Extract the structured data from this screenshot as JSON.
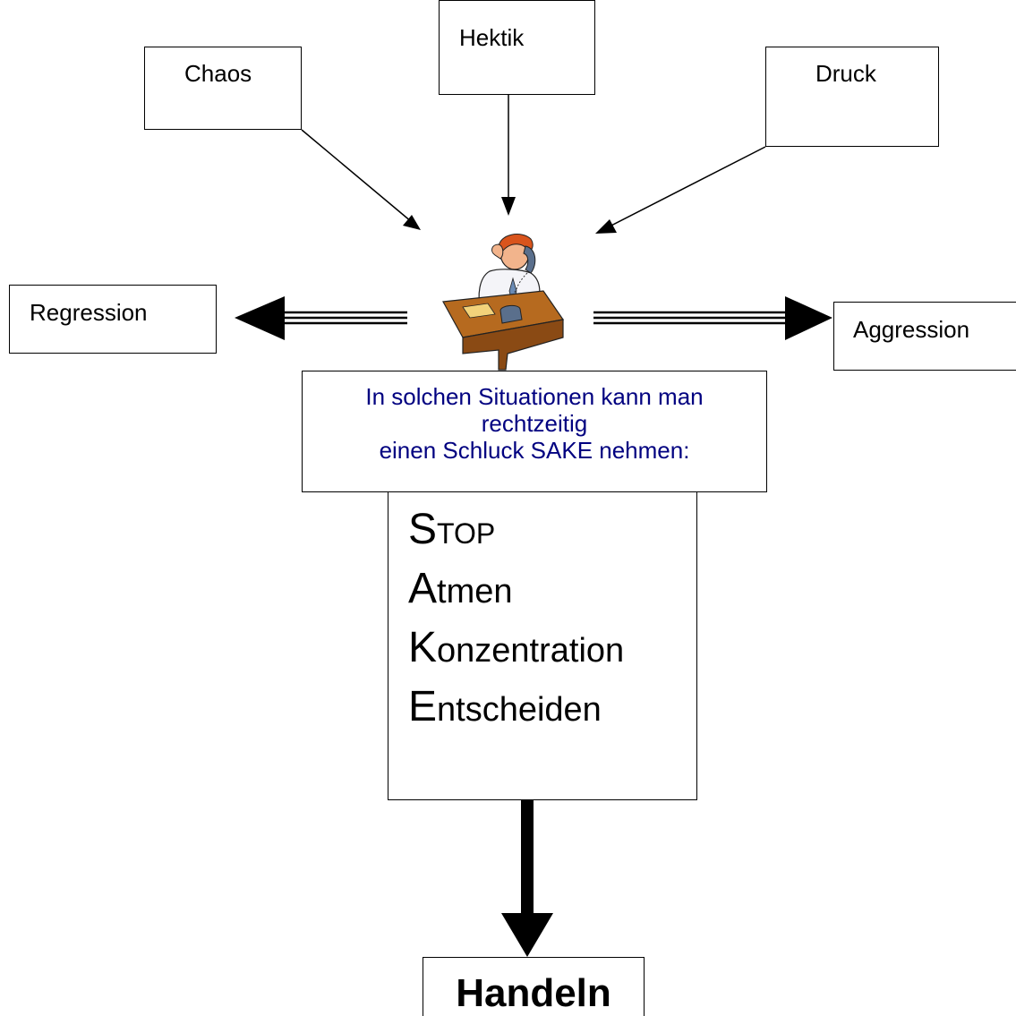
{
  "stressors": {
    "chaos": "Chaos",
    "hektik": "Hektik",
    "druck": "Druck"
  },
  "reactions": {
    "left": "Regression",
    "right": "Aggression"
  },
  "info": {
    "line1": "In solchen Situationen kann man",
    "line2": "rechtzeitig",
    "line3": "einen Schluck SAKE nehmen:",
    "color": "#000080"
  },
  "sake": [
    {
      "initial": "S",
      "rest": "TOP"
    },
    {
      "initial": "A",
      "rest": "tmen"
    },
    {
      "initial": "K",
      "rest": "onzentration"
    },
    {
      "initial": "E",
      "rest": "ntscheiden"
    }
  ],
  "result": "Handeln",
  "illustration": "stressed-man-on-phone-at-desk"
}
